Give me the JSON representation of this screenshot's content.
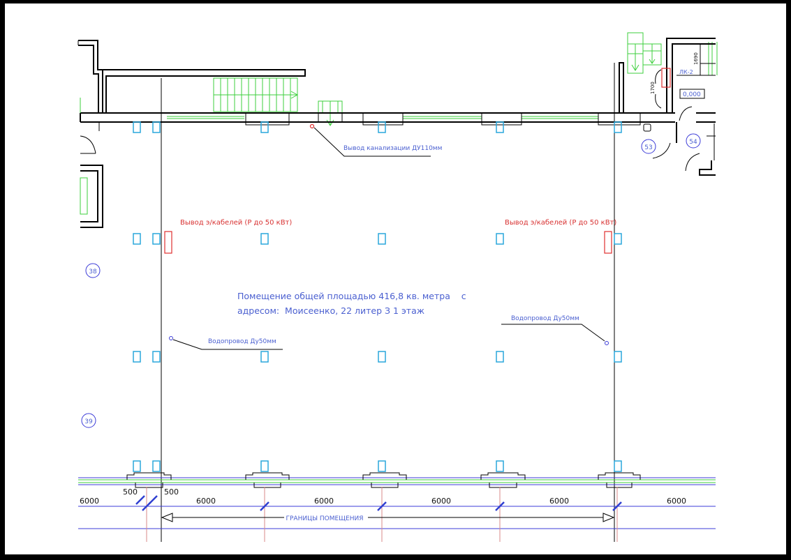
{
  "room_numbers": {
    "r38": "38",
    "r39": "39",
    "r53": "53",
    "r54": "54"
  },
  "labels": {
    "sewer_outlet": "Вывод канализации ДУ110мм",
    "cable_left": "Вывод э/кабелей (Р до 50 кВт)",
    "cable_right": "Вывод э/кабелей (Р до 50 кВт)",
    "water_left": "Водопровод Ду50мм",
    "water_right": "Водопровод Ду50мм",
    "room_desc_line1": "Помещение общей площадью 416,8 кв. метра    с",
    "room_desc_line2": "адресом:  Моисеенко, 22 литер З 1 этаж",
    "lk2": "ЛК-2",
    "level": "0,000",
    "dim_1690": "1690",
    "dim_1700": "1700"
  },
  "dimensions": {
    "span_first": "6000",
    "small_left": "500",
    "small_right": "500",
    "spans": [
      "6000",
      "6000",
      "6000",
      "6000",
      "6000"
    ]
  },
  "boundary_label": "ГРАНИЦЫ ПОМЕЩЕНИЯ",
  "colors": {
    "walls": "#000000",
    "columns": "#2aa7dc",
    "windows": "#3ccf3c",
    "dimensions": "#3b3bd8",
    "electrical": "#e03030",
    "text_blue": "#4a5fd0"
  }
}
